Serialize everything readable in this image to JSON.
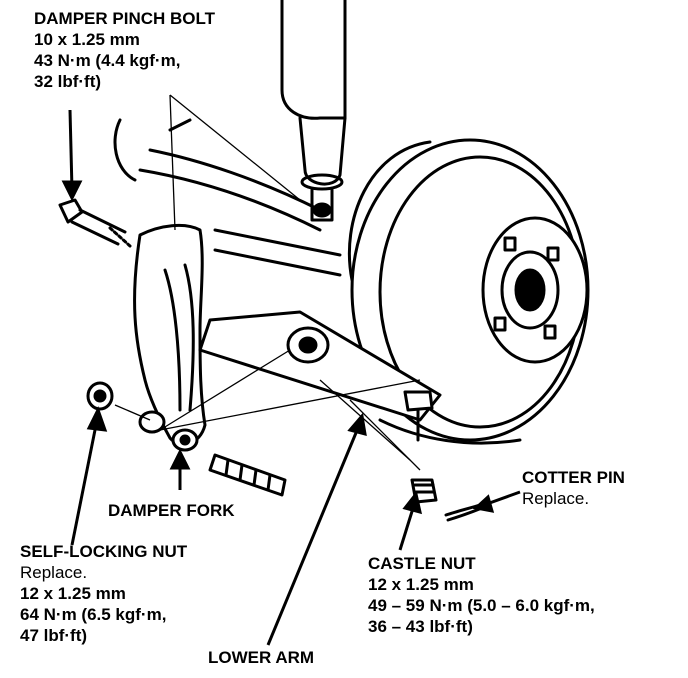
{
  "labels": {
    "damper_pinch_bolt": {
      "title": "DAMPER PINCH BOLT",
      "line1": "10 x 1.25 mm",
      "line2": "43 N·m (4.4 kgf·m,",
      "line3": "32 lbf·ft)"
    },
    "damper_fork": {
      "title": "DAMPER FORK"
    },
    "self_locking_nut": {
      "title": "SELF-LOCKING NUT",
      "note": "Replace.",
      "line1": "12 x 1.25 mm",
      "line2": "64 N·m (6.5 kgf·m,",
      "line3": "47 lbf·ft)"
    },
    "lower_arm": {
      "title": "LOWER ARM"
    },
    "castle_nut": {
      "title": "CASTLE NUT",
      "line1": "12 x 1.25 mm",
      "line2": "49 – 59 N·m (5.0 – 6.0 kgf·m,",
      "line3": "36 – 43 lbf·ft)"
    },
    "cotter_pin": {
      "title": "COTTER PIN",
      "note": "Replace."
    }
  }
}
